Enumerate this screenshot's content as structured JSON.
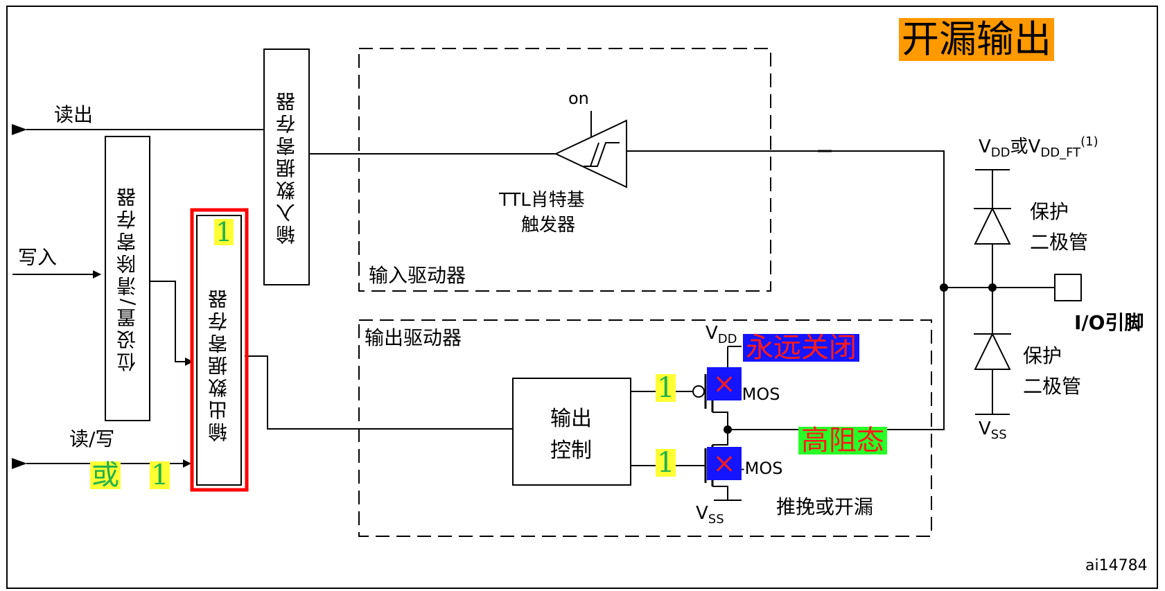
{
  "title": "开漏输出",
  "signals": {
    "read_out": "读出",
    "write_in": "写入",
    "read_write": "读/写"
  },
  "registers": {
    "input_data": "输入数据寄存器",
    "bit_set_clear": "位设置/清除寄存器",
    "output_data": "输出数据寄存器"
  },
  "input_driver": {
    "label": "输入驱动器",
    "on": "on",
    "trigger_line1": "TTL肖特基",
    "trigger_line2": "触发器"
  },
  "output_driver": {
    "label": "输出驱动器",
    "control_line1": "输出",
    "control_line2": "控制",
    "vdd_main": "V",
    "vdd_sub": "DD",
    "vss_main": "V",
    "vss_sub": "SS",
    "pmos": "P-MOS",
    "nmos": "N-MOS",
    "mode": "推挽或开漏"
  },
  "protection": {
    "supply_v1": "V",
    "supply_sub1": "DD",
    "supply_or": "或",
    "supply_v2": "V",
    "supply_sub2": "DD_FT",
    "supply_note": "(1)",
    "diode_line1": "保护",
    "diode_line2": "二极管",
    "vss_main": "V",
    "vss_sub": "SS"
  },
  "io_pin": "I/O引脚",
  "figure_id": "ai14784",
  "annotations": {
    "reg_value": "1",
    "or_text": "或",
    "or_value": "1",
    "pmos_gate_value": "1",
    "nmos_gate_value": "1",
    "always_off": "永远关闭",
    "high_impedance": "高阻态",
    "mos_off_mark": "×"
  },
  "colors": {
    "highlight_yellow": "#ffff33",
    "highlight_green": "#27ff27",
    "highlight_blue": "#1515ff",
    "highlight_orange": "#ff9900",
    "annotation_red": "#ff1a1a",
    "annotation_green": "#22b24c",
    "selection_box": "#ff0000"
  }
}
